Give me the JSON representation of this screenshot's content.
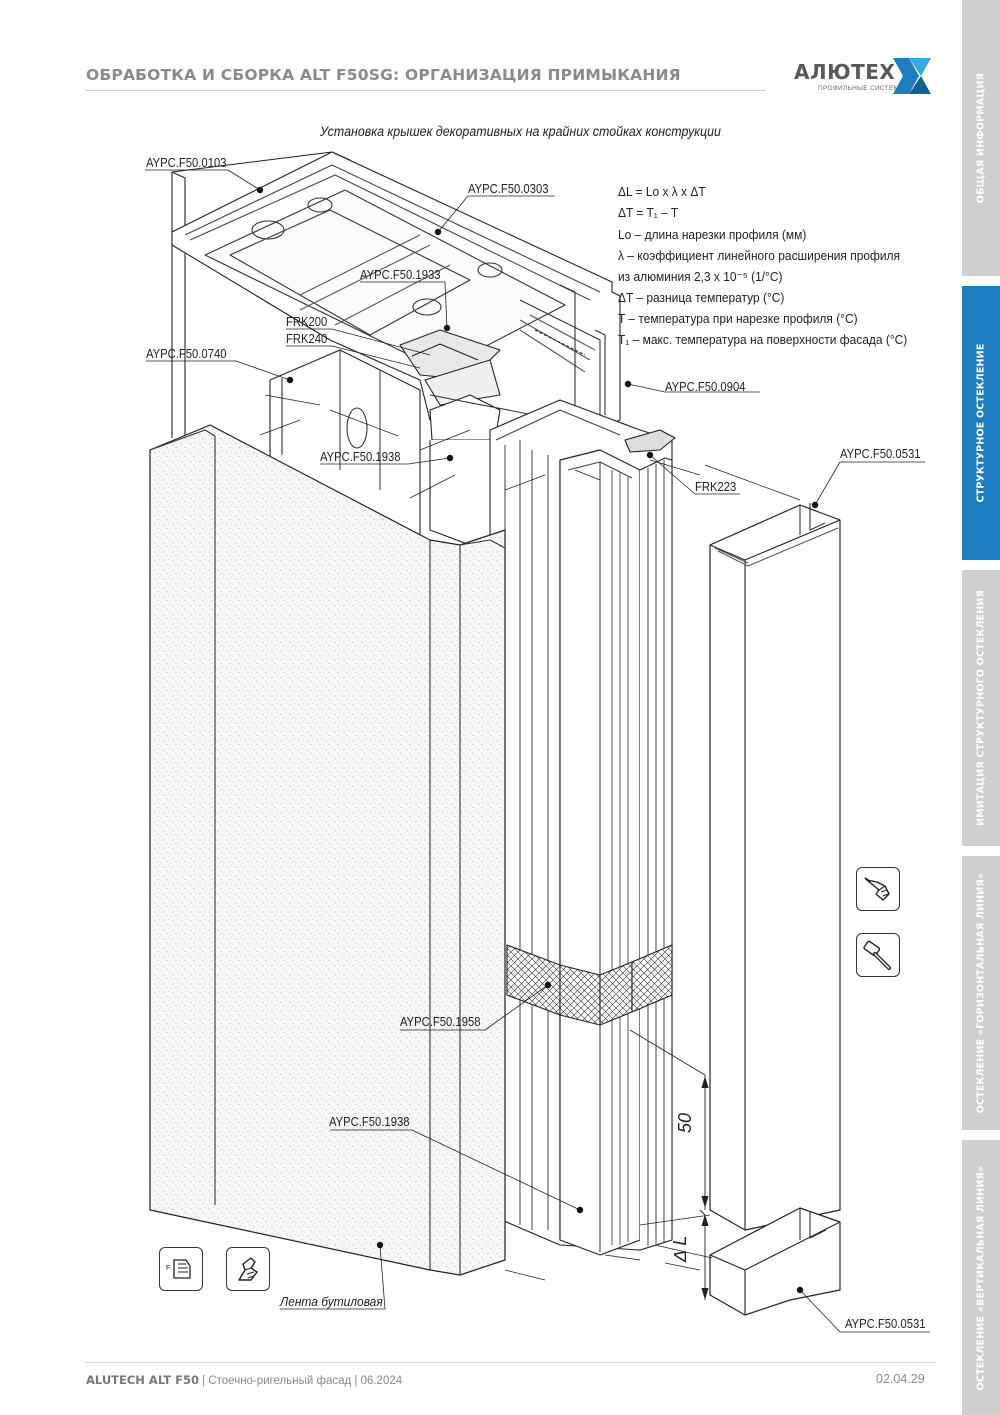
{
  "header": {
    "title": "ОБРАБОТКА И СБОРКА ALT F50SG: ОРГАНИЗАЦИЯ ПРИМЫКАНИЯ",
    "logo_text": "АЛЮТЕХ",
    "logo_subtitle": "ПРОФИЛЬНЫЕ СИСТЕМЫ"
  },
  "sidebar": {
    "tabs": [
      {
        "label": "ОБЩАЯ ИНФОРМАЦИЯ",
        "active": false
      },
      {
        "label": "СТРУКТУРНОЕ ОСТЕКЛЕНИЕ",
        "active": true
      },
      {
        "label": "ИМИТАЦИЯ СТРУКТУРНОГО ОСТЕКЛЕНИЯ",
        "active": false
      },
      {
        "label": "ОСТЕКЛЕНИЕ «ГОРИЗОНТАЛЬНАЯ ЛИНИЯ»",
        "active": false
      },
      {
        "label": "ОСТЕКЛЕНИЕ «ВЕРТИКАЛЬНАЯ ЛИНИЯ»",
        "active": false
      }
    ],
    "active_color": "#1c7ec0",
    "inactive_color": "#cfcfcf"
  },
  "drawing": {
    "caption": "Установка крышек декоративных на крайних стойках конструкции",
    "formulas": [
      "ΔL = Lo x λ x ΔT",
      "ΔT = T₁ – T",
      "Lo – длина нарезки профиля (мм)",
      "λ – коэффициент линейного расширения профиля",
      "из алюминия 2,3 x 10⁻⁵ (1/°C)",
      "ΔT – разница температур (°C)",
      "T – температура при нарезке профиля (°C)",
      "T₁ – макс. температура на поверхности фасада (°C)"
    ],
    "labels": {
      "p0103": "AYPC.F50.0103",
      "p0303": "AYPC.F50.0303",
      "p1933": "AYPC.F50.1933",
      "frk200": "FRK200",
      "frk240": "FRK240",
      "p0740": "AYPC.F50.0740",
      "p0904": "AYPC.F50.0904",
      "p1938_top": "AYPC.F50.1938",
      "p0531_top": "AYPC.F50.0531",
      "frk223": "FRK223",
      "p1958": "AYPC.F50.1958",
      "p1938_bottom": "AYPC.F50.1938",
      "dim_50": "50",
      "dim_dl": "Δ L",
      "butyl_tape": "Лента бутиловая",
      "p0531_bottom": "AYPC.F50.0531"
    },
    "icons": [
      "press-hand-icon",
      "hammer-icon",
      "glove-icon",
      "press-hand-icon"
    ]
  },
  "footer": {
    "brand": "ALUTECH ALT F50",
    "description": " | Стоечно-ригельный фасад | 06.2024",
    "page": "02.04.29"
  }
}
